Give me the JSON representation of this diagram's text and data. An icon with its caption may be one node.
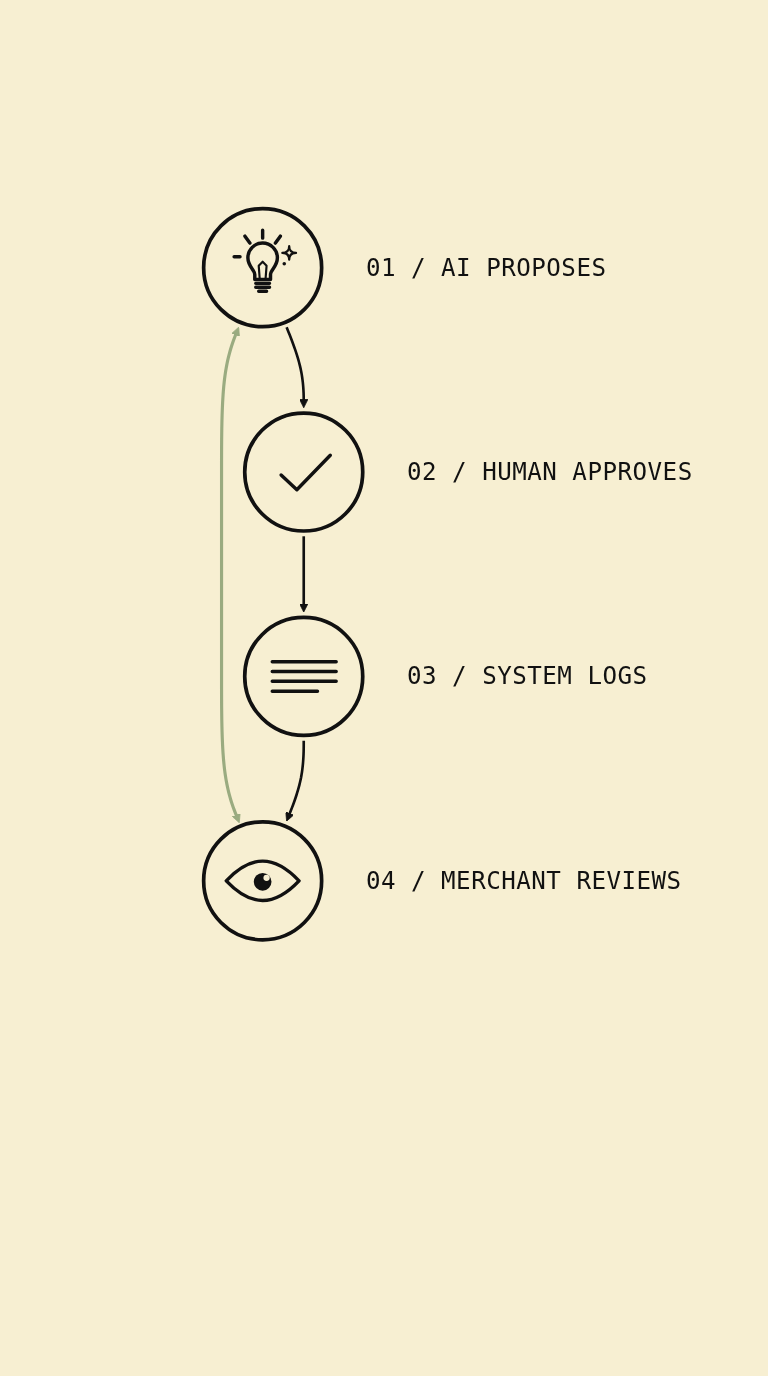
{
  "diagram": {
    "nodes": [
      {
        "text": [],
        "shape": "circle",
        "beside": [
          "01 / AI PROPOSES"
        ]
      },
      {
        "text": [],
        "shape": "circle",
        "beside": [
          "02 / HUMAN APPROVES"
        ]
      },
      {
        "text": [],
        "shape": "circle",
        "beside": [
          "03 / SYSTEM LOGS"
        ]
      },
      {
        "text": [],
        "shape": "circle",
        "beside": [
          "04 / MERCHANT REVIEWS"
        ]
      }
    ],
    "edges": [
      {
        "from": 0,
        "to": 1,
        "arrow": "to"
      },
      {
        "from": 1,
        "to": 2,
        "arrow": "to"
      },
      {
        "from": 2,
        "to": 3,
        "arrow": "to"
      },
      {
        "from": 3,
        "to": 0,
        "arrow": "both",
        "color": "#9aab80"
      }
    ]
  }
}
